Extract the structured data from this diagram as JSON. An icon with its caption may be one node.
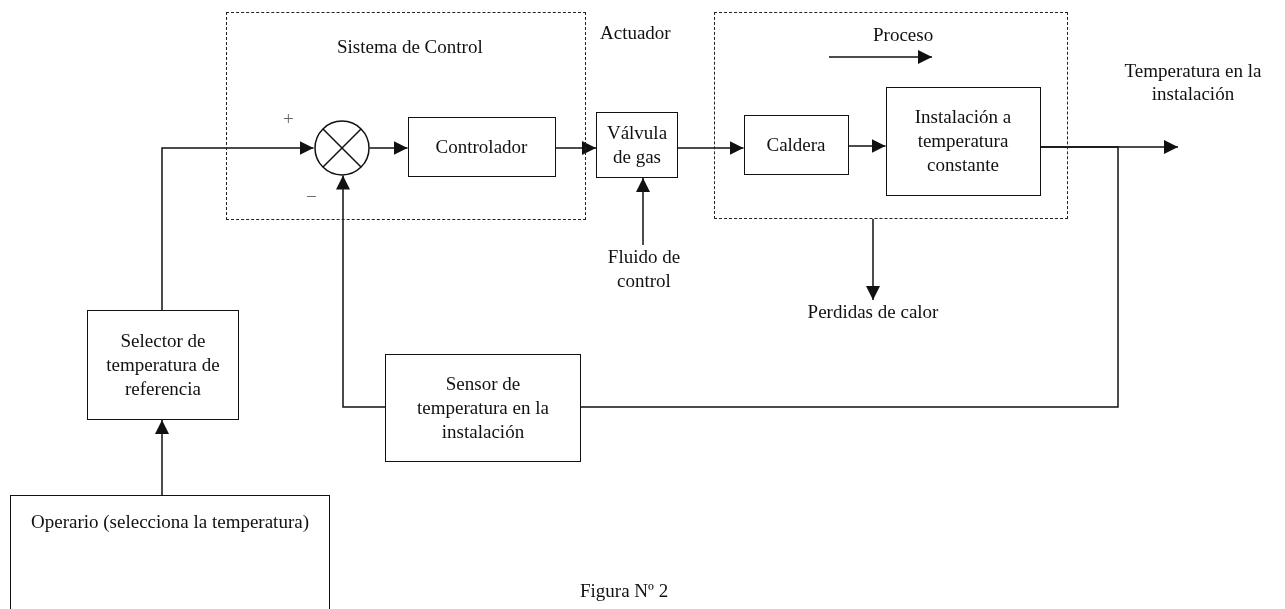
{
  "diagram": {
    "caption": "Figura Nº 2",
    "nodes": [
      {
        "text": [
          "Sistema de Control"
        ]
      },
      {
        "text": [],
        "shape": "circle",
        "in": 0
      },
      {
        "text": [
          "Controlador"
        ],
        "in": 0
      },
      {
        "text": [
          "Válvula de gas"
        ],
        "beside": [
          "Actuador"
        ]
      },
      {
        "text": [
          "Proceso"
        ]
      },
      {
        "text": [
          "Caldera"
        ],
        "in": 4
      },
      {
        "text": [
          "Instalación a temperatura constante"
        ],
        "in": 4
      },
      {
        "text": [
          "Selector de temperatura de referencia"
        ]
      },
      {
        "text": [
          "Operario (selecciona la temperatura)"
        ]
      },
      {
        "text": [
          "Sensor de temperatura en la instalación"
        ]
      },
      {
        "text": [
          "Fluido de control"
        ]
      },
      {
        "text": [
          "Perdidas de calor"
        ]
      }
    ],
    "edges": [
      {
        "from": 8,
        "to": 7,
        "arrow": "to"
      },
      {
        "from": 7,
        "to": 1,
        "arrow": "to"
      },
      {
        "from": 1,
        "to": 2,
        "arrow": "to"
      },
      {
        "from": 2,
        "to": 3,
        "arrow": "to"
      },
      {
        "from": 3,
        "to": 5,
        "arrow": "to"
      },
      {
        "from": 5,
        "to": 6,
        "arrow": "to"
      },
      {
        "from": 6,
        "to": null,
        "arrow": "to",
        "label": "Temperatura en la instalación"
      },
      {
        "from": 6,
        "to": 9,
        "arrow": "none"
      },
      {
        "from": 9,
        "to": 1,
        "arrow": "to"
      },
      {
        "from": 10,
        "to": 3,
        "arrow": "to"
      },
      {
        "from": 4,
        "to": 11,
        "arrow": "to"
      }
    ],
    "labels": [
      "+",
      "−"
    ]
  }
}
